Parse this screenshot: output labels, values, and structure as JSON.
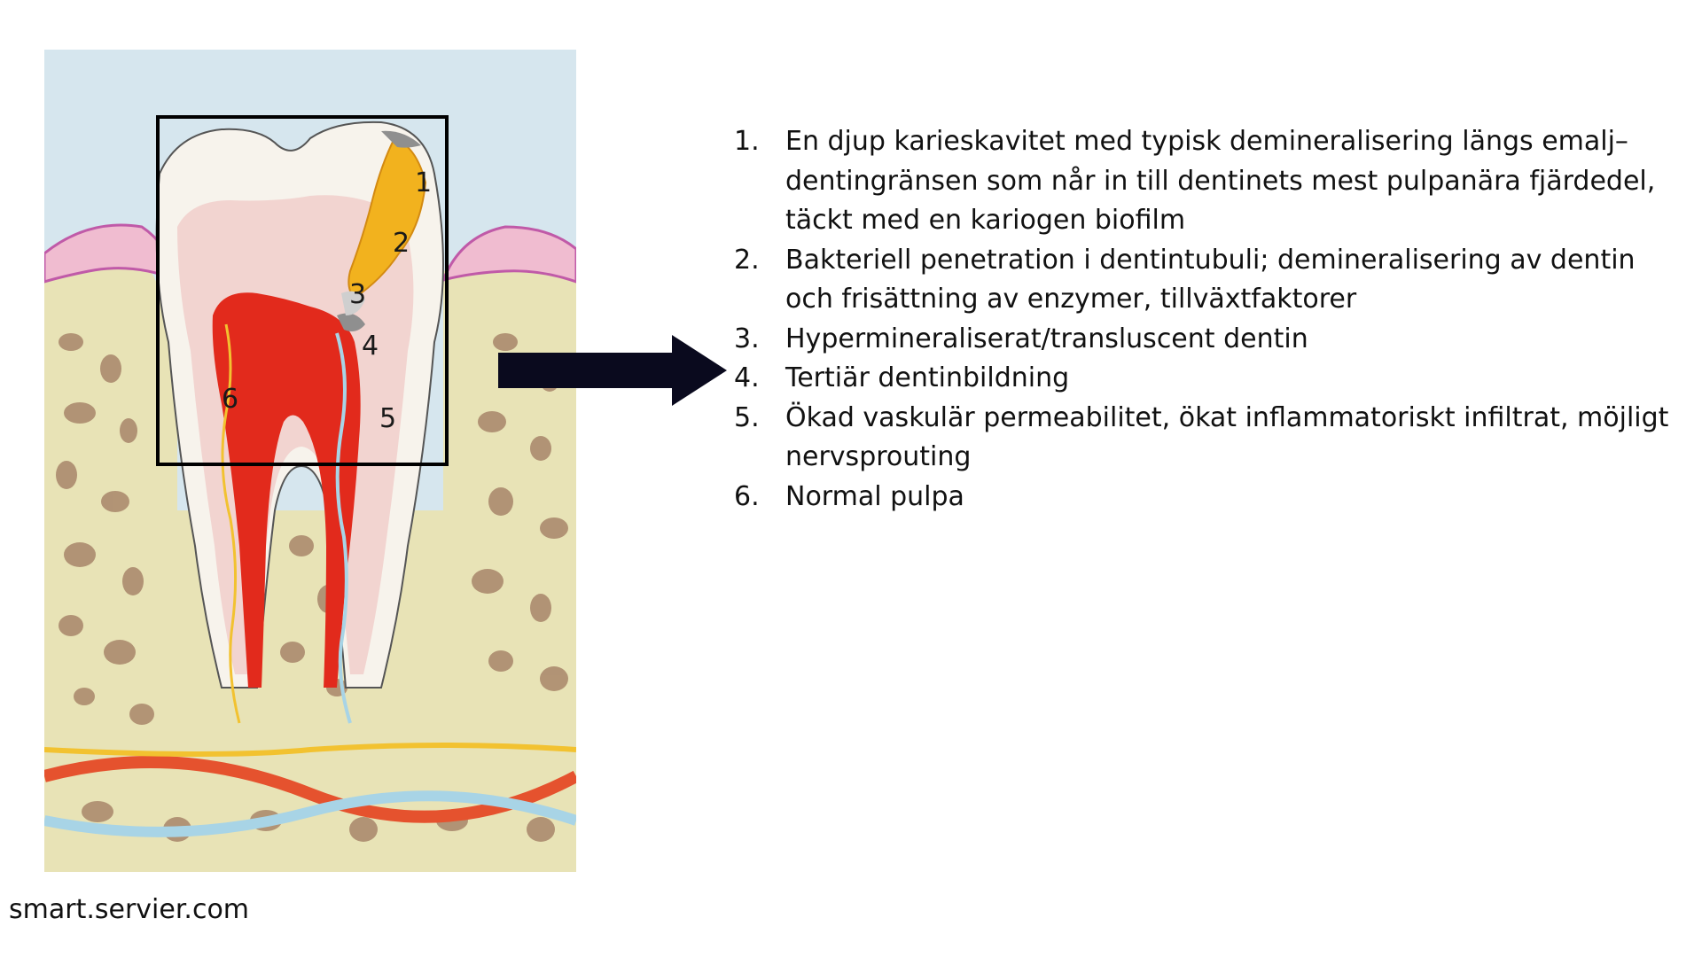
{
  "diagram": {
    "title": "",
    "callout_numbers": [
      "1",
      "2",
      "3",
      "4",
      "5",
      "6"
    ]
  },
  "legend": [
    {
      "number": "1.",
      "text": "En djup karieskavitet med typisk demineralisering längs emalj–dentingränsen som når in till dentinets mest pulpanära fjärdedel, täckt med en kariogen biofilm"
    },
    {
      "number": "2.",
      "text": "Bakteriell penetration i dentintubuli; demineralisering av dentin och frisättning av enzymer, tillväxtfaktorer"
    },
    {
      "number": "3.",
      "text": "Hypermineraliserat/transluscent dentin"
    },
    {
      "number": "4.",
      "text": "Tertiär dentinbildning"
    },
    {
      "number": "5.",
      "text": "Ökad vaskulär permeabilitet, ökat inflammatoriskt infiltrat, möjligt nervsprouting"
    },
    {
      "number": "6.",
      "text": "Normal pulpa"
    }
  ],
  "credit": "smart.servier.com",
  "colors": {
    "background_sky": "#d6e6ee",
    "bone": "#e8e3b6",
    "bone_pores": "#a8866a",
    "gingiva": "#f0bcd0",
    "gingiva_edge": "#c05aa8",
    "enamel": "#f7f3ec",
    "dentin": "#f2d4d0",
    "pulp": "#e22a1c",
    "nerve": "#f2c230",
    "vein": "#a8d4e6",
    "artery": "#e5522e",
    "caries": "#f2b21e",
    "tertiary_dentin": "#8f8f8f",
    "arrow": "#0a0a1e"
  }
}
